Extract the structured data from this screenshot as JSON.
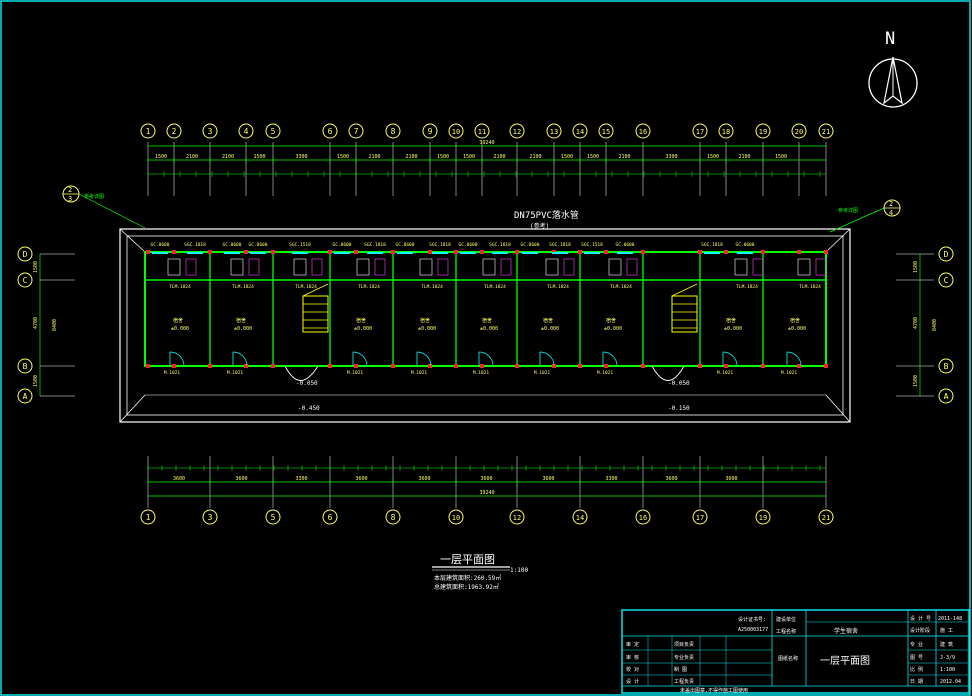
{
  "colors": {
    "bg": "#000000",
    "frame": "#00e5ee",
    "wall": "#00ff00",
    "grid": "#ffffff",
    "text": "#ffff66",
    "dim": "#00ff00",
    "red": "#ff2020",
    "magenta": "#ff40ff",
    "window": "#00ffff",
    "stair": "#ffff00"
  },
  "north": "N",
  "axes_top": [
    "1",
    "2",
    "3",
    "4",
    "5",
    "6",
    "7",
    "8",
    "9",
    "10",
    "11",
    "12",
    "13",
    "14",
    "15",
    "16",
    "17",
    "18",
    "19",
    "20",
    "21"
  ],
  "axes_bottom": [
    "1",
    "3",
    "5",
    "6",
    "8",
    "10",
    "12",
    "14",
    "16",
    "17",
    "19",
    "21"
  ],
  "axes_side": [
    "D",
    "C",
    "B",
    "A"
  ],
  "dims_top_total": "39240",
  "dims_top_segments": [
    "1500",
    "2100",
    "2100",
    "1500",
    "3300",
    "1500",
    "2100",
    "2100",
    "1500",
    "1500",
    "2100",
    "2100",
    "1500",
    "1500",
    "2100",
    "3300",
    "1500",
    "2100",
    "1500"
  ],
  "dims_bottom_segments": [
    "3600",
    "3600",
    "3300",
    "3600",
    "3600",
    "3600",
    "3600",
    "3300",
    "3600",
    "3600"
  ],
  "dims_bottom_total": "39240",
  "dims_side": [
    "1500",
    "4700",
    "1500"
  ],
  "dims_side_total": "8400",
  "labels": {
    "pipe_note": "DN75PVC落水管",
    "pipe_sub": "(参考)",
    "detail_note": "参考详图",
    "elev_floor": "±0.000",
    "elev_out1": "-0.450",
    "elev_out2": "-0.150",
    "elev_corr": "-0.050",
    "win_a": "GC.0600",
    "win_b": "SGC.1818",
    "win_c": "SGC.1518",
    "room": "宿舍",
    "door": "M.1021",
    "door2": "TLM.1824",
    "badge_top": "2",
    "badge_bot": "3",
    "badge_r_top": "2",
    "badge_r_bot": "4"
  },
  "plan_title": "一层平面图",
  "plan_scale": "1:100",
  "plan_area_1": "本层建筑面积:260.59㎡",
  "plan_area_2": "总建筑面积:1963.92㎡",
  "title_block": {
    "cert_label": "设计证书号:",
    "cert_no": "A250003177",
    "client_label": "建设单位",
    "project_label": "工程名称",
    "project_name": "学生宿舍",
    "drawing_label": "图纸名称",
    "drawing_name": "一层平面图",
    "approve": "审 定",
    "review": "审 核",
    "check": "校 对",
    "design": "设 计",
    "draw": "制 图",
    "proj_lead": "项目负责",
    "pro_lead": "专业负责",
    "resp": "工程负责",
    "no_label": "设 计 号",
    "no_value": "2011-148",
    "stage_label": "设计阶段",
    "stage_value": "施 工",
    "major_label": "专 业",
    "major_value": "建 筑",
    "sheet_label": "图 号",
    "sheet_value": "J-3/9",
    "scale_label": "比 例",
    "scale_value": "1:100",
    "date_label": "日 期",
    "date_value": "2012.04",
    "footer": "未盖出图章,不得作施工图使用"
  }
}
